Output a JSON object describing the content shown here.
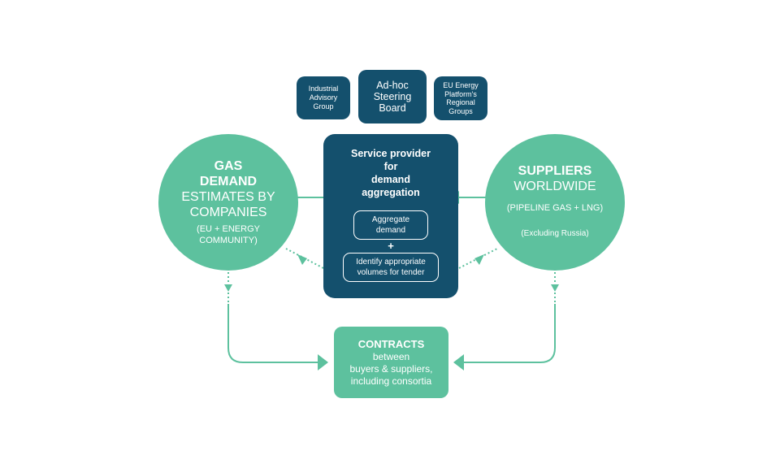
{
  "governance": {
    "industrial": [
      "Industrial",
      "Advisory",
      "Group"
    ],
    "adhoc": [
      "Ad-hoc",
      "Steering",
      "Board"
    ],
    "euep": [
      "EU Energy",
      "Platform's",
      "Regional",
      "Groups"
    ]
  },
  "service_provider": {
    "title": [
      "Service provider",
      "for",
      "demand",
      "aggregation"
    ],
    "step1": [
      "Aggregate",
      "demand"
    ],
    "plus": "+",
    "step2": [
      "Identify appropriate",
      "volumes for tender"
    ]
  },
  "gas_demand": {
    "line1": "GAS",
    "line2": "DEMAND",
    "line3": "ESTIMATES BY",
    "line4": "COMPANIES",
    "line5": "(EU + ENERGY",
    "line6": "COMMUNITY)"
  },
  "suppliers": {
    "line1": "SUPPLIERS",
    "line2": "WORLDWIDE",
    "line3": "(PIPELINE GAS + LNG)",
    "line4": "(Excluding Russia)"
  },
  "contracts": {
    "heading": "CONTRACTS",
    "body": [
      "between",
      "buyers & suppliers,",
      "including consortia"
    ]
  },
  "colors": {
    "navy": "#14506d",
    "green": "#5dc19e",
    "background": "#ffffff"
  }
}
